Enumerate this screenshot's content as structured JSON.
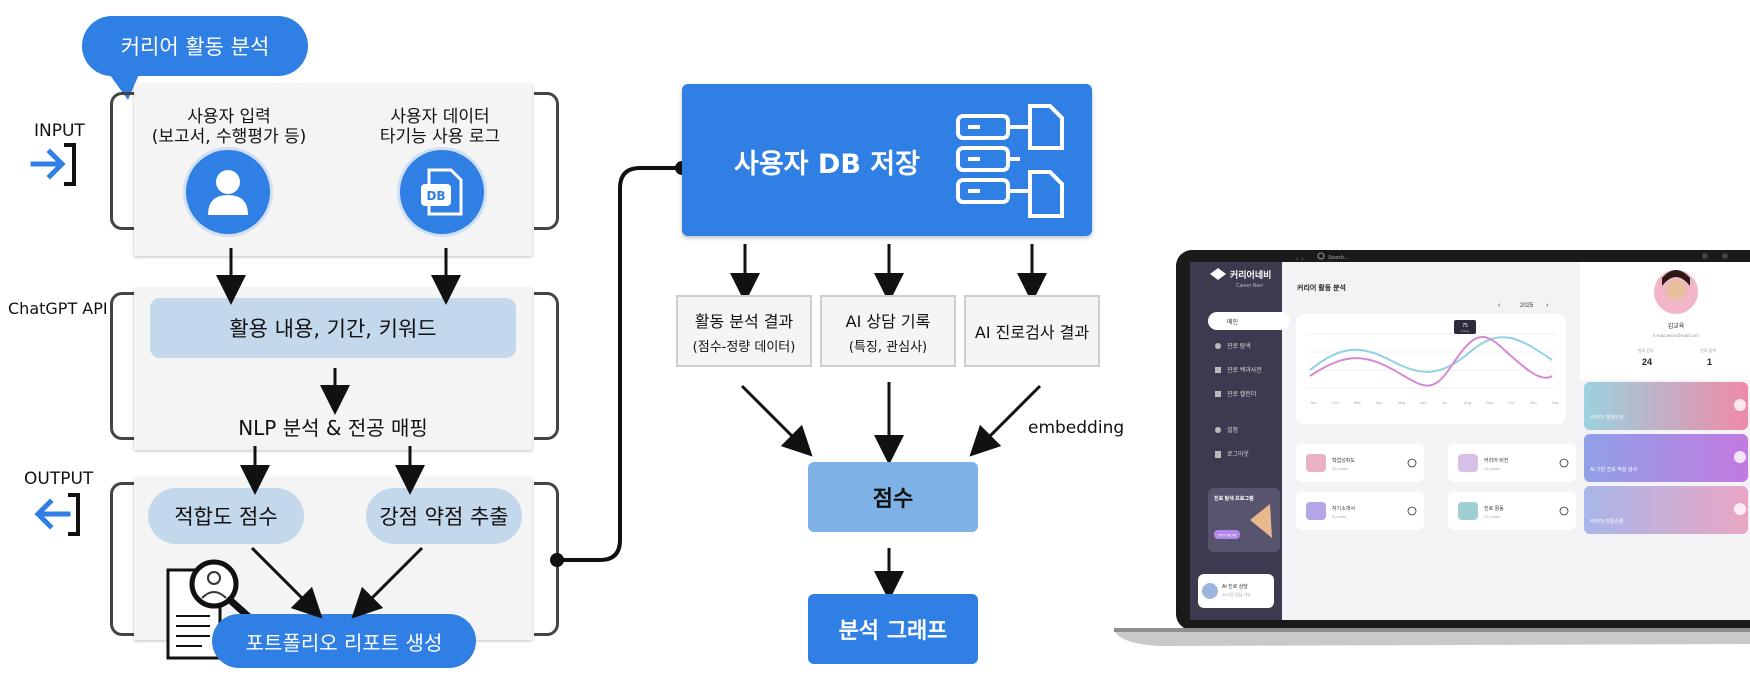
{
  "header_bubble": "커리어 활동 분석",
  "labels": {
    "input": "INPUT",
    "api": "ChatGPT API",
    "output": "OUTPUT"
  },
  "input_panel": {
    "left_title": "사용자 입력",
    "left_sub": "(보고서, 수행평가 등)",
    "right_title": "사용자 데이터",
    "right_sub": "타기능 사용 로그",
    "db_icon_text": "DB"
  },
  "api_panel": {
    "pill": "활용 내용, 기간, 키워드",
    "nlp": "NLP 분석 & 전공 매핑"
  },
  "output_panel": {
    "pill_left": "적합도 점수",
    "pill_right": "강점 약점 추출",
    "report": "포트폴리오 리포트 생성"
  },
  "db_box": "사용자 DB 저장",
  "results": [
    {
      "title": "활동 분석 결과",
      "sub": "(점수-정량 데이터)"
    },
    {
      "title": "AI 상담 기록",
      "sub": "(특징, 관심사)"
    },
    {
      "title": "AI 진로검사 결과",
      "sub": ""
    }
  ],
  "embedding": "embedding",
  "score": "점수",
  "graph": "분석 그래프",
  "laptop": {
    "logo": "커리어네비",
    "logo_sub": "Career Navi",
    "search": "Search...",
    "page_title": "커리어 활동 분석",
    "year": "2025",
    "tooltip_value": "75",
    "tooltip_unit": "Points",
    "months": [
      "Jan",
      "Feb",
      "Mar",
      "Apr",
      "May",
      "Jun",
      "Jul",
      "Aug",
      "Sep",
      "Oct",
      "Nov",
      "Dec"
    ],
    "nav": [
      "메인",
      "진로 탐색",
      "진로 백과사전",
      "진로 캘린더",
      "설정",
      "로그아웃"
    ],
    "promo_title": "진로 탐색 프로그램",
    "promo_btn": "TRY NOW",
    "assistant": "AI 진로 상담",
    "assistant_sub": "24시간 상담 가능",
    "profile_name": "김교육",
    "profile_email": "k-education@mail.com",
    "stat1_label": "완료 진로",
    "stat1_value": "24",
    "stat2_label": "진로 탐색",
    "stat2_value": "1",
    "cards": [
      {
        "title": "학업성취도",
        "sub": "30 points"
      },
      {
        "title": "커리어 비전",
        "sub": "24 points"
      },
      {
        "title": "자기소개서",
        "sub": "8 points"
      },
      {
        "title": "진로 활동",
        "sub": "17 points"
      }
    ],
    "side_cards": [
      "커리어 백과사전",
      "AI 기반 진로 적성 검사",
      "커리어 라일스톤"
    ],
    "colors": {
      "blue": "#2f7fe4",
      "dark_sidebar": "#3b3a4f"
    }
  }
}
